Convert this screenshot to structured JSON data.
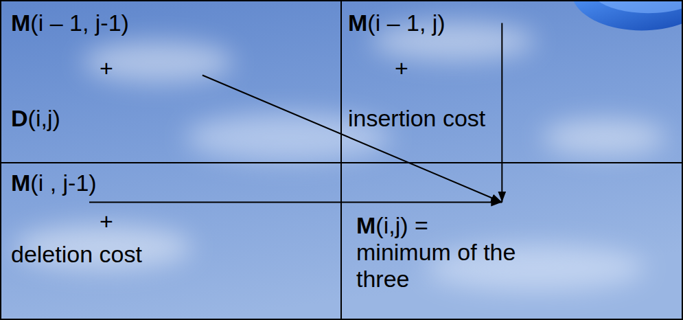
{
  "diagram": {
    "nodes": [
      {
        "text": [
          "M(i – 1, j-1)",
          "+",
          "D(i,j)"
        ]
      },
      {
        "text": [
          "M(i – 1, j)",
          "+",
          "insertion cost"
        ]
      },
      {
        "text": [
          "M(i , j-1)",
          "+",
          "deletion cost"
        ]
      },
      {
        "text": [
          "M(i,j) = minimum of the three"
        ]
      }
    ],
    "edges": [
      {
        "from": 0,
        "to": 3,
        "arrow": "to"
      },
      {
        "from": 1,
        "to": 3,
        "arrow": "to"
      },
      {
        "from": 2,
        "to": 3,
        "arrow": "to"
      }
    ]
  }
}
